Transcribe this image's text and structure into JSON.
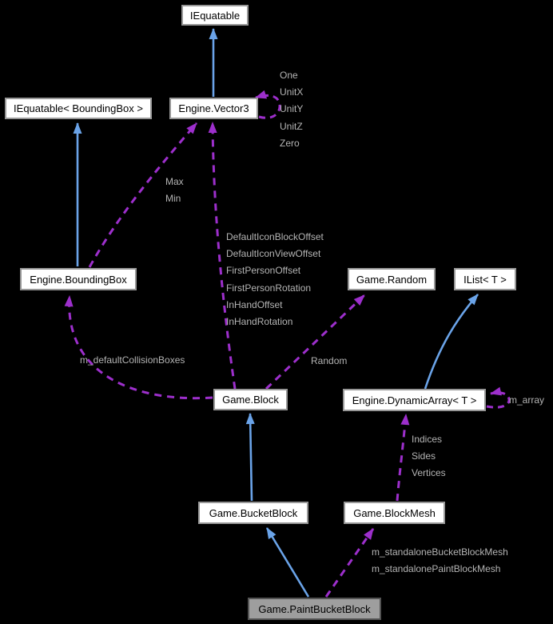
{
  "diagram": {
    "type": "collaboration-graph",
    "background_color": "#000000",
    "colors": {
      "node_fill": "#ffffff",
      "node_border": "#989898",
      "node_text": "#000000",
      "highlight_node_fill": "#9e9e9e",
      "highlight_node_border": "#545454",
      "inheritance_arrow": "#6aa3e8",
      "usage_arrow": "#9d2fcc",
      "edge_label_text": "#b4b4b4"
    },
    "nodes": [
      {
        "id": "iequatable",
        "label": "IEquatable"
      },
      {
        "id": "iequatable-boundingbox",
        "label": "IEquatable< BoundingBox >"
      },
      {
        "id": "engine-vector3",
        "label": "Engine.Vector3"
      },
      {
        "id": "engine-boundingbox",
        "label": "Engine.BoundingBox"
      },
      {
        "id": "game-random",
        "label": "Game.Random"
      },
      {
        "id": "ilist-t",
        "label": "IList< T >"
      },
      {
        "id": "game-block",
        "label": "Game.Block"
      },
      {
        "id": "engine-dynamicarray-t",
        "label": "Engine.DynamicArray< T >"
      },
      {
        "id": "game-bucketblock",
        "label": "Game.BucketBlock"
      },
      {
        "id": "game-blockmesh",
        "label": "Game.BlockMesh"
      },
      {
        "id": "game-paintbucketblock",
        "label": "Game.PaintBucketBlock",
        "highlighted": true
      }
    ],
    "edge_labels": {
      "vector3_self": [
        "One",
        "UnitX",
        "UnitY",
        "UnitZ",
        "Zero"
      ],
      "boundingbox_vector3": [
        "Max",
        "Min"
      ],
      "block_vector3": [
        "DefaultIconBlockOffset",
        "DefaultIconViewOffset",
        "FirstPersonOffset",
        "FirstPersonRotation",
        "InHandOffset",
        "InHandRotation"
      ],
      "block_boundingbox": "m_defaultCollisionBoxes",
      "block_random": "Random",
      "dynamicarray_self": "m_array",
      "blockmesh_dynamicarray": [
        "Indices",
        "Sides",
        "Vertices"
      ],
      "paintbucket_blockmesh": [
        "m_standaloneBucketBlockMesh",
        "m_standalonePaintBlockMesh"
      ]
    }
  }
}
